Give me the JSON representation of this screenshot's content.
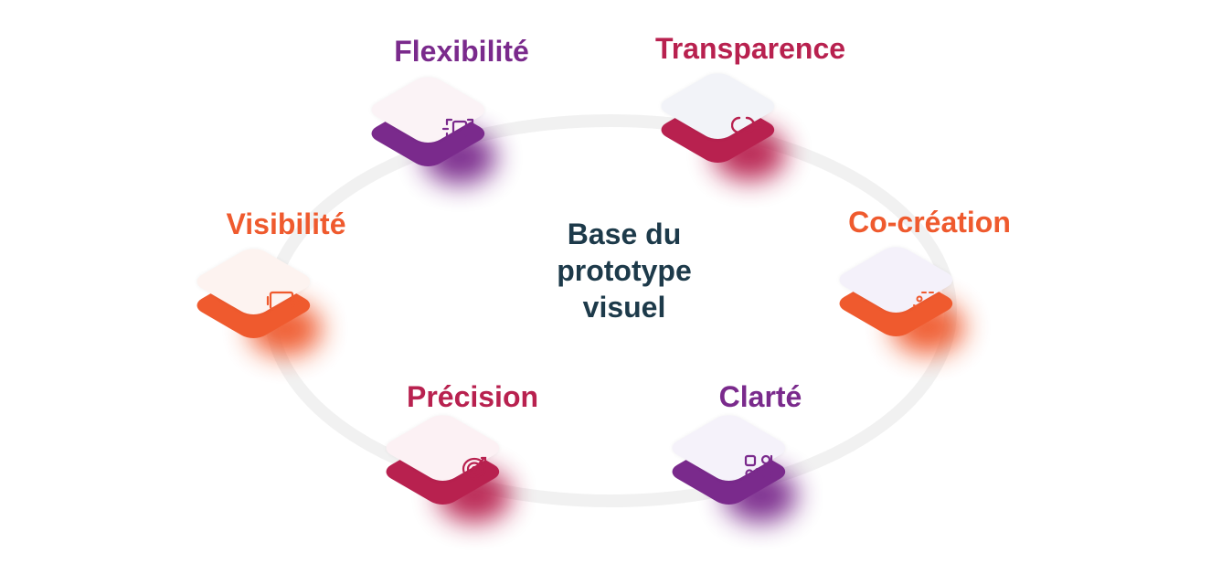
{
  "center": {
    "title": "Base du\nprototype\nvisuel"
  },
  "colors": {
    "purple": "#7a2a8c",
    "crimson": "#b8214f",
    "orange": "#ef5a2e",
    "ring": "#f1f1f1",
    "center_text": "#1d3a4a"
  },
  "nodes": [
    {
      "key": "flexibilite",
      "label": "Flexibilité",
      "color": "#7a2a8c",
      "icon": "resize-frame-icon",
      "tile": "#fbf3f6"
    },
    {
      "key": "transparence",
      "label": "Transparence",
      "color": "#b8214f",
      "icon": "magnifier-icon",
      "tile": "#f2f3f8"
    },
    {
      "key": "visibilite",
      "label": "Visibilité",
      "color": "#ef5a2e",
      "icon": "screen-eye-icon",
      "tile": "#fdf3f0"
    },
    {
      "key": "co-creation",
      "label": "Co-création",
      "color": "#ef5a2e",
      "icon": "collaboration-icon",
      "tile": "#f4f1fa"
    },
    {
      "key": "precision",
      "label": "Précision",
      "color": "#b8214f",
      "icon": "target-icon",
      "tile": "#fcf1f4"
    },
    {
      "key": "clarte",
      "label": "Clarté",
      "color": "#7a2a8c",
      "icon": "shapes-icon",
      "tile": "#f5f2fa"
    }
  ]
}
